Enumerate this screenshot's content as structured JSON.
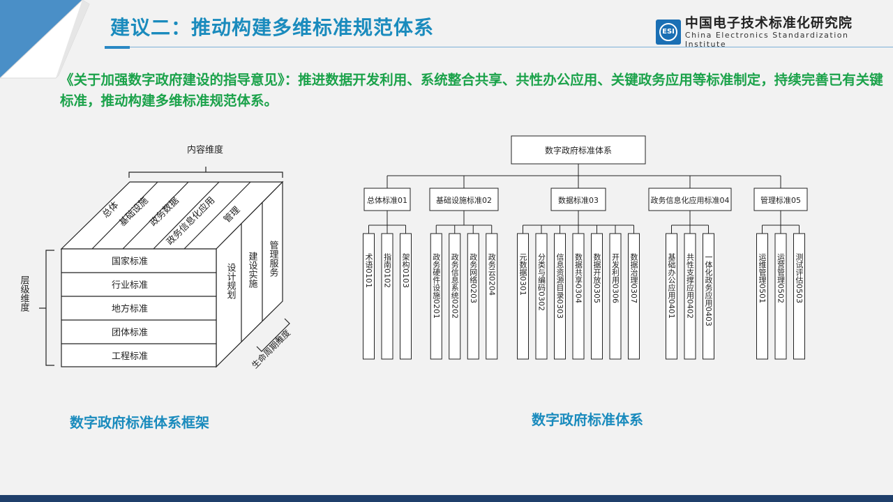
{
  "header": {
    "title": "建议二：推动构建多维标准规范体系",
    "logo_mark": "ESI",
    "logo_cn": "中国电子技术标准化研究院",
    "logo_en": "China Electronics Standardization Institute"
  },
  "intro": "《关于加强数字政府建设的指导意见》：推进数据开发利用、系统整合共享、共性办公应用、关键政务应用等标准制定，持续完善已有关键标准，推动构建多维标准规范体系。",
  "framework": {
    "caption": "数字政府标准体系框架",
    "content_dim": "内容维度",
    "level_dim": "层级维度",
    "lifecycle_dim": "生命周期维度",
    "top_items": [
      "总体",
      "基础设施",
      "政务数据",
      "政务信息化应用",
      "管理"
    ],
    "levels": [
      "国家标准",
      "行业标准",
      "地方标准",
      "团体标准",
      "工程标准"
    ],
    "side_items": [
      "设计规划",
      "建设实施",
      "管理服务"
    ]
  },
  "tree": {
    "caption": "数字政府标准体系",
    "root": "数字政府标准体系",
    "groups": [
      {
        "label": "总体标准01",
        "leaves": [
          "术语0101",
          "指南0102",
          "架构0103"
        ]
      },
      {
        "label": "基础设施标准02",
        "leaves": [
          "政务硬件设施0201",
          "政务信息系统0202",
          "政务网络0203",
          "政务云0204"
        ]
      },
      {
        "label": "数据标准03",
        "leaves": [
          "元数据0301",
          "分类与编码0302",
          "信息资源目录0303",
          "数据共享0304",
          "数据开放0305",
          "开发利用0306",
          "数据治理0307"
        ]
      },
      {
        "label": "政务信息化应用标准04",
        "leaves": [
          "基础办公应用0401",
          "共性支撑应用0402",
          "一体化政务应用0403"
        ]
      },
      {
        "label": "管理标准05",
        "leaves": [
          "运维管理0501",
          "运营管理0502",
          "测试评估0503"
        ]
      }
    ]
  }
}
